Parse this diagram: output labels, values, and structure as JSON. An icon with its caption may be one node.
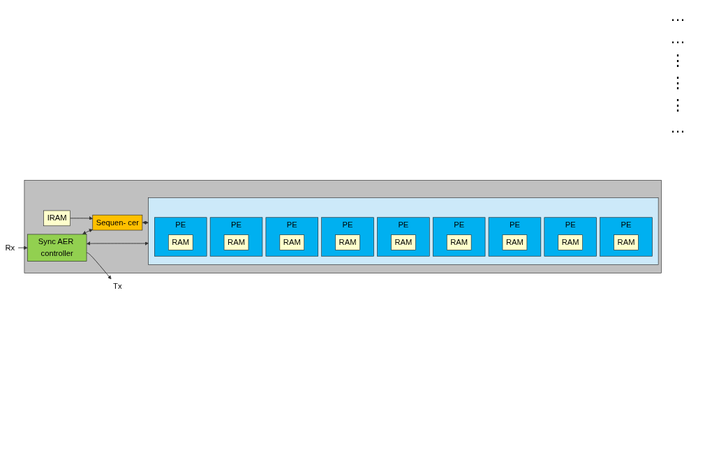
{
  "diagram": {
    "nodes": [
      {
        "text": [],
        "shape": "box"
      },
      {
        "text": [
          "Rx"
        ]
      },
      {
        "text": [
          "Sync AER controller"
        ],
        "in": 0
      },
      {
        "text": [
          "Tx"
        ]
      },
      {
        "text": [],
        "shape": "box",
        "in": 0
      },
      {
        "text": [
          "PE"
        ],
        "in": 4
      },
      {
        "text": [
          "RAM"
        ],
        "in": 5
      },
      {
        "text": [
          "PE"
        ],
        "in": 4
      },
      {
        "text": [
          "RAM"
        ],
        "in": 7
      },
      {
        "text": [
          "PE"
        ],
        "in": 4
      },
      {
        "text": [
          "RAM"
        ],
        "in": 9
      },
      {
        "text": [
          "PE"
        ],
        "in": 4
      },
      {
        "text": [
          "RAM"
        ],
        "in": 11
      },
      {
        "text": [
          "PE"
        ],
        "in": 4
      },
      {
        "text": [
          "RAM"
        ],
        "in": 13
      },
      {
        "text": [
          "PE"
        ],
        "in": 4
      },
      {
        "text": [
          "RAM"
        ],
        "in": 15
      },
      {
        "text": [
          "PE"
        ],
        "in": 4
      },
      {
        "text": [
          "RAM"
        ],
        "in": 17
      },
      {
        "text": [
          "PE"
        ],
        "in": 4
      },
      {
        "text": [
          "RAM"
        ],
        "in": 19
      },
      {
        "text": [
          "PE"
        ],
        "in": 4
      },
      {
        "text": [
          "RAM"
        ],
        "in": 21
      },
      {
        "text": [
          "Sequen- cer"
        ],
        "in": 0
      },
      {
        "text": [
          "IRAM"
        ],
        "in": 0
      }
    ],
    "edges": [
      {
        "from": 1,
        "to": 2,
        "arrow": "to"
      },
      {
        "from": 2,
        "to": 3,
        "arrow": "to"
      },
      {
        "from": 2,
        "to": 23,
        "arrow": "both"
      },
      {
        "from": 2,
        "to": 4,
        "arrow": "both"
      },
      {
        "from": 23,
        "to": 4,
        "arrow": "both"
      },
      {
        "from": 24,
        "to": 23,
        "arrow": "to"
      }
    ],
    "labels": [
      "…",
      "…",
      "⋮",
      "⋮",
      "⋮",
      "…"
    ]
  }
}
